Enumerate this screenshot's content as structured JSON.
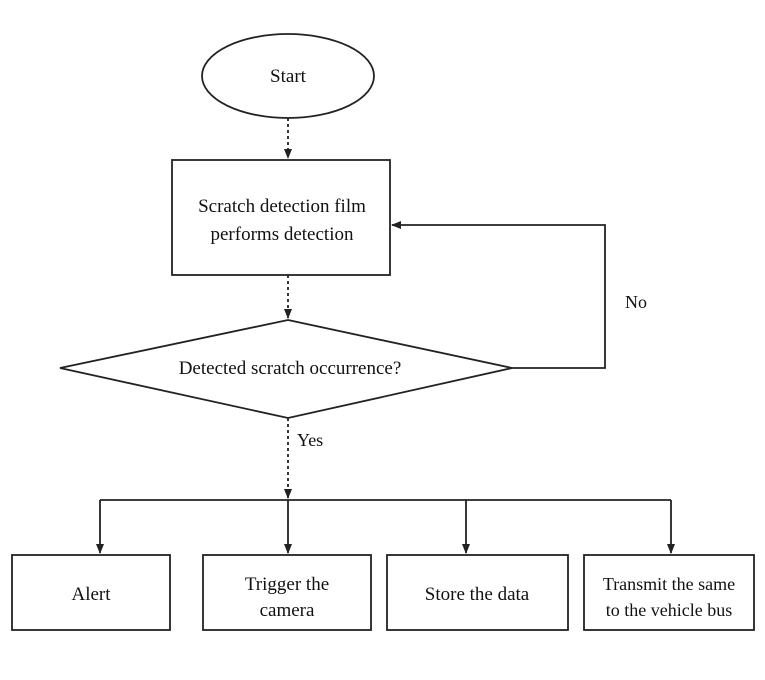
{
  "nodes": {
    "start": "Start",
    "process_line1": "Scratch detection film",
    "process_line2": "performs detection",
    "decision": "Detected scratch occurrence?",
    "alert": "Alert",
    "camera_line1": "Trigger the",
    "camera_line2": "camera",
    "store": "Store the data",
    "transmit_line1": "Transmit the same",
    "transmit_line2": "to the vehicle bus"
  },
  "edges": {
    "no_label": "No",
    "yes_label": "Yes"
  },
  "colors": {
    "stroke": "#222222",
    "text": "#111111",
    "background": "#ffffff"
  }
}
